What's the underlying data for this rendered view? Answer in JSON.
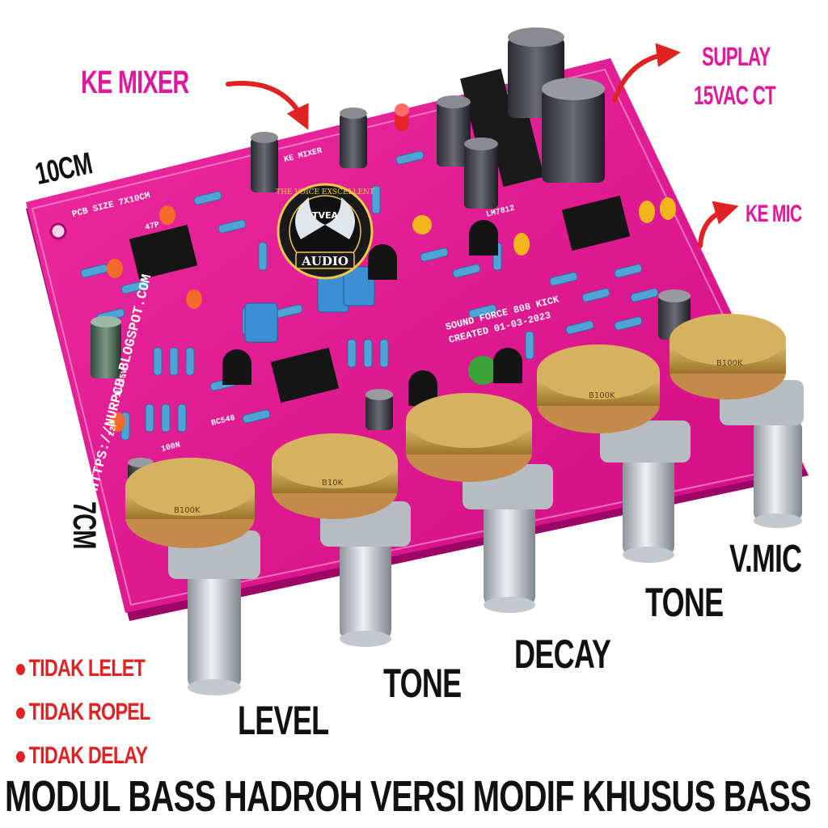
{
  "labels": {
    "ke_mixer": "KE MIXER",
    "suplay_line1": "SUPLAY",
    "suplay_line2": "15VAC CT",
    "ke_mic": "KE MIC",
    "dim_10cm": "10CM",
    "dim_7cm": "7CM",
    "pots": [
      "LEVEL",
      "TONE",
      "DECAY",
      "TONE",
      "V.MIC"
    ]
  },
  "features": [
    "TIDAK LELET",
    "TIDAK ROPEL",
    "TIDAK DELAY"
  ],
  "footer": "MODUL BASS HADROH VERSI MODIF KHUSUS BASS",
  "board": {
    "silkscreen_url": "HTTPS://NURPCB.BLOGSPOT.COM",
    "pcb_size": "PCB SIZE 7X10CM",
    "title_line1": "SOUND FORCE 808 KICK",
    "title_line2": "CREATED 01-03-2023",
    "ke_mixer_silk": "KE MIXER",
    "pot_value_1": "B100K",
    "pot_value_2": "B10K",
    "pot_value_3": "B100K",
    "pot_value_4": "B100K",
    "regulator": "LM7812",
    "transistor": "BC548",
    "cap_label": "1U/25V",
    "cap_22p": "22P",
    "cap_47p": "47P",
    "cap_100n": "100N"
  },
  "logo": {
    "ring_text": "THE VOICE EXSCELLENT",
    "center_text": "TVEA",
    "bottom_text": "AUDIO"
  },
  "colors": {
    "pcb": "#e4128e",
    "pcb_dark": "#a8086a",
    "pot_brass": "#c9a24a",
    "shaft": "#c8cdd3",
    "accent_pink": "#e0189c",
    "arrow_red": "#e02222"
  }
}
